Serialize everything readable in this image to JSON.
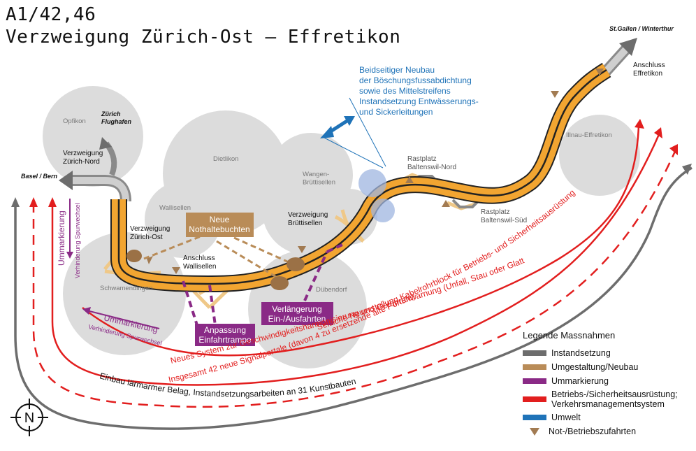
{
  "title": {
    "line1": "A1/42,46",
    "line2": "Verzweigung Zürich-Ost – Effretikon"
  },
  "colors": {
    "instandsetzung": "#6d6d6d",
    "umgestaltung": "#b98c58",
    "ummarkierung": "#8a2a86",
    "betrieb": "#e21e1e",
    "umwelt": "#1f73b8",
    "road_fill": "#f2a531",
    "place_bubble": "#dcdcdc"
  },
  "places": {
    "opfikon": "Opfikon",
    "dietlikon": "Dietlikon",
    "wallisellen": "Wallisellen",
    "wangen": "Wangen-\nBrüttisellen",
    "schwamendingen": "Schwamendingen",
    "duebendorf": "Dübendorf",
    "illnau": "Illnau-Effretikon"
  },
  "directions": {
    "basel": "Basel / Bern",
    "zuerich_flughafen": "Zürich\nFlughafen",
    "stgallen": "St.Gallen / Winterthur"
  },
  "nodes": {
    "vz_nord": "Verzweigung\nZürich-Nord",
    "vz_ost": "Verzweigung\nZürich-Ost",
    "as_wallisellen": "Anschluss\nWallisellen",
    "vz_bruettisellen": "Verzweigung\nBrüttisellen",
    "rast_nord": "Rastplatz\nBaltenswil-Nord",
    "rast_sued": "Rastplatz\nBaltenswil-Süd",
    "as_effretikon": "Anschluss\nEffretikon"
  },
  "measures": {
    "umwelt_text": "Beidseitiger Neubau\nder Böschungsfussabdichtung\nsowie des Mittelstreifens\nInstandsetzung Entwässerungs-\nund Sickerleitungen",
    "nothalte": "Neue\nNothaltebuchten",
    "verlaengerung": "Verlängerung\nEin-/Ausfahrten",
    "anpassung": "Anpassung\nEinfahrtrampe",
    "ummark_vert_1": "Ummarkierung",
    "ummark_vert_2": "Verhinderung Spurwechsel",
    "ummark_diag_1": "Ummarkierung",
    "ummark_diag_2": "Verhinderung Spurwechsel",
    "kabelrohr": "Seitliche Neuerstellung Kabelrohrblock für Betriebs- und Sicherheitsausrüstung",
    "gefahren": "Neues System zur Geschwindigkeitsharmonisierung und Gefahrenwarnung (Unfall, Stau oder Glatteis)",
    "signalportale": "Insgesamt 42 neue Signalportale (davon 4 zu ersetzende alte Portale)",
    "belag": "Einbau lärmarmer Belag, Instandsetzungsarbeiten an 31 Kunstbauten"
  },
  "compass": "N",
  "legend": {
    "title": "Legende Massnahmen",
    "items": [
      {
        "label": "Instandsetzung",
        "color": "#6d6d6d",
        "kind": "line"
      },
      {
        "label": "Umgestaltung/Neubau",
        "color": "#b98c58",
        "kind": "line"
      },
      {
        "label": "Ummarkierung",
        "color": "#8a2a86",
        "kind": "line"
      },
      {
        "label": "Betriebs-/Sicherheitsausrüstung;\nVerkehrsmanagementsystem",
        "color": "#e21e1e",
        "kind": "line"
      },
      {
        "label": "Umwelt",
        "color": "#1f73b8",
        "kind": "line"
      },
      {
        "label": "Not-/Betriebszufahrten",
        "color": "#a27b52",
        "kind": "triangle"
      }
    ]
  }
}
